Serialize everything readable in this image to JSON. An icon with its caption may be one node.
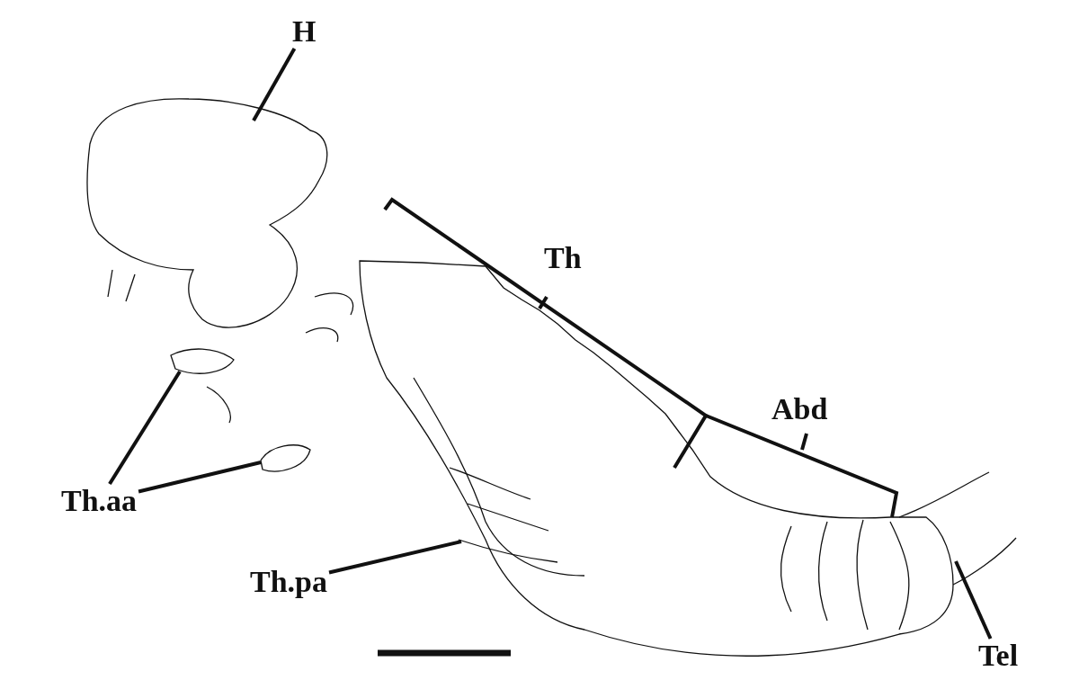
{
  "diagram": {
    "nodes": [
      {
        "text": [
          "H"
        ]
      },
      {
        "text": [
          "Th.aa"
        ]
      },
      {
        "text": [
          "Th.pa"
        ]
      },
      {
        "text": [
          "Tel"
        ]
      }
    ],
    "edges": [
      {
        "from": 0,
        "to": null,
        "arrow": "none"
      },
      {
        "from": 1,
        "to": null,
        "arrow": "none"
      },
      {
        "from": 1,
        "to": null,
        "arrow": "none"
      },
      {
        "from": 2,
        "to": null,
        "arrow": "none"
      },
      {
        "from": 3,
        "to": null,
        "arrow": "none"
      }
    ],
    "labels": [
      "Th",
      "Abd"
    ]
  }
}
